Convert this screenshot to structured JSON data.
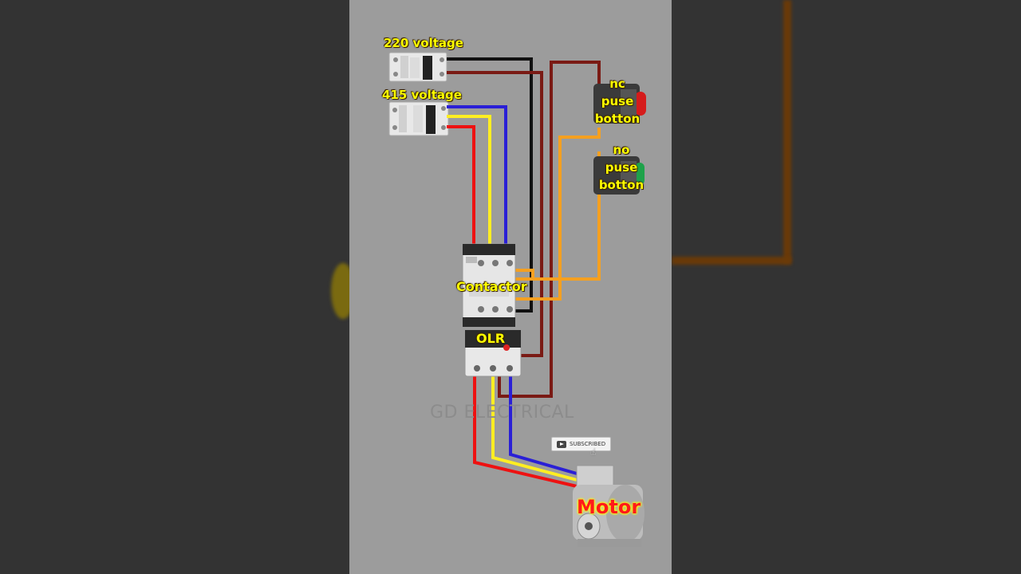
{
  "labels": {
    "mcb_220": "220 voltage",
    "mcb_415": "415 voltage",
    "nc_button": [
      "nc",
      "puse",
      "botton"
    ],
    "no_button": [
      "no",
      "puse",
      "botton"
    ],
    "contactor": "Contactor",
    "olr": "OLR",
    "motor": "Motor"
  },
  "watermark": "GD ELECTRICAL",
  "subscribe_button": "SUBSCRIBED",
  "colors": {
    "page_background": "#9c9c9c",
    "wire_red_phase": "#ee1111",
    "wire_yellow_phase": "#ffee22",
    "wire_blue_phase": "#2a1fd6",
    "wire_black": "#111111",
    "wire_maroon": "#7a1a14",
    "wire_orange": "#f5a020",
    "label_text": "#ffff00",
    "motor_label": "#ff1a1a"
  }
}
